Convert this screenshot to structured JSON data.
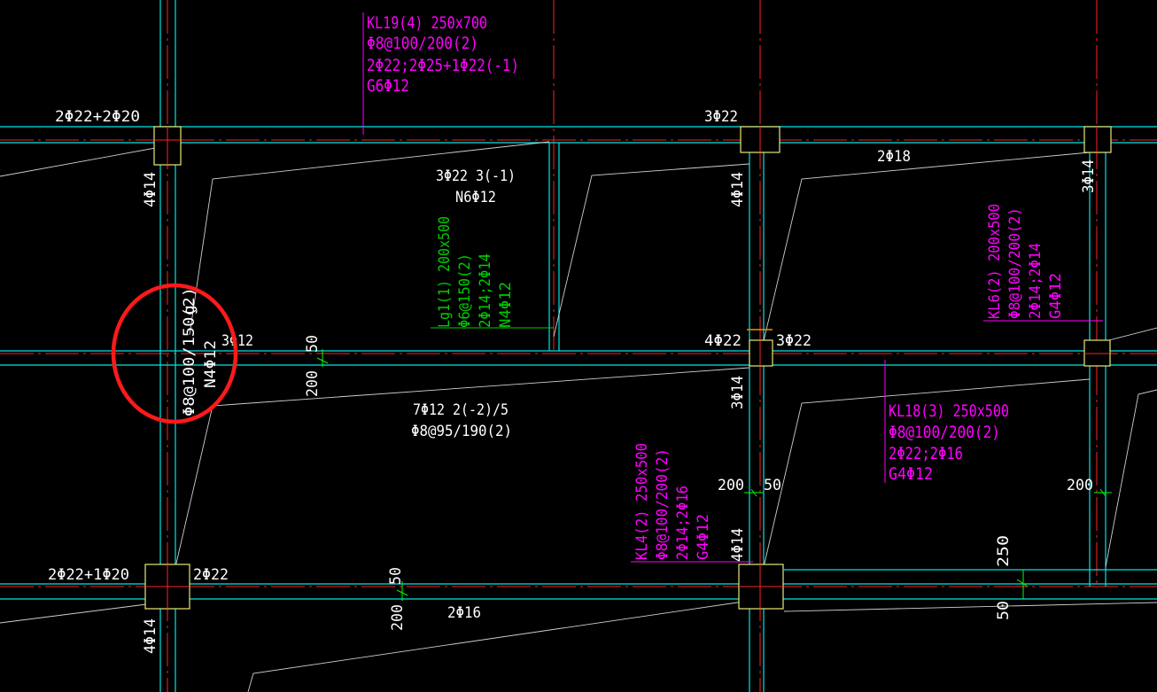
{
  "colors": {
    "background": "#000000",
    "grid_axis": "#ff2020",
    "beam_edge": "#00e5e5",
    "column": "#e8e87a",
    "slab_line": "#d0d0d0",
    "beam_mark": "#ff00ff",
    "secondary_mark": "#00cc00",
    "text": "#ffffff",
    "dim_tick": "#00ff00",
    "highlight_circle": "#ff1a1a"
  },
  "annotations": {
    "kl19": {
      "line1": "KL19(4) 250x700",
      "line2": "Φ8@100/200(2)",
      "line3": "2Φ22;2Φ25+1Φ22(-1)",
      "line4": "G6Φ12"
    },
    "lg1": {
      "line1": "Lg1(1) 200x500",
      "line2": "Φ6@150(2)",
      "line3": "2Φ14;2Φ14",
      "line4": "N4Φ12"
    },
    "kl6": {
      "line1": "KL6(2) 200x500",
      "line2": "Φ8@100/200(2)",
      "line3": "2Φ14;2Φ14",
      "line4": "G4Φ12"
    },
    "kl18": {
      "line1": "KL18(3) 250x500",
      "line2": "Φ8@100/200(2)",
      "line3": "2Φ22;2Φ16",
      "line4": "G4Φ12"
    },
    "kl4": {
      "line1": "KL4(2) 250x500",
      "line2": "Φ8@100/200(2)",
      "line3": "2Φ14;2Φ16",
      "line4": "G4Φ12"
    },
    "circled_beam": {
      "line1": "Φ8@100/150(2)",
      "line2": "N4Φ12",
      "line3": "g"
    },
    "mid_beam": {
      "line1": "3Φ22 3(-1)",
      "line2": "N6Φ12",
      "line3": "7Φ12 2(-2)/5",
      "line4": "Φ8@95/190(2)"
    }
  },
  "rebar_labels": {
    "top_left": "2Φ22+2Φ20",
    "top_mid": "3Φ22",
    "top_right_span": "2Φ18",
    "left_vertical_top": "4Φ14",
    "mid_vertical_top": "4Φ14",
    "right_vertical_top": "3Φ14",
    "left_mid": "3Φ12",
    "center_left": "4Φ22",
    "center_right": "3Φ22",
    "mid_vertical_low": "3Φ14",
    "bottom_left_a": "2Φ22+1Φ20",
    "bottom_left_b": "2Φ22",
    "bottom_span": "2Φ16",
    "bottom_left_vertical": "4Φ14",
    "bottom_mid_vertical": "4Φ14"
  },
  "dimensions": {
    "d1": "50",
    "d2": "200",
    "d3": "200",
    "d4": "50",
    "d5": "200",
    "d6": "50",
    "d7": "200",
    "d8": "250",
    "d9": "50"
  }
}
